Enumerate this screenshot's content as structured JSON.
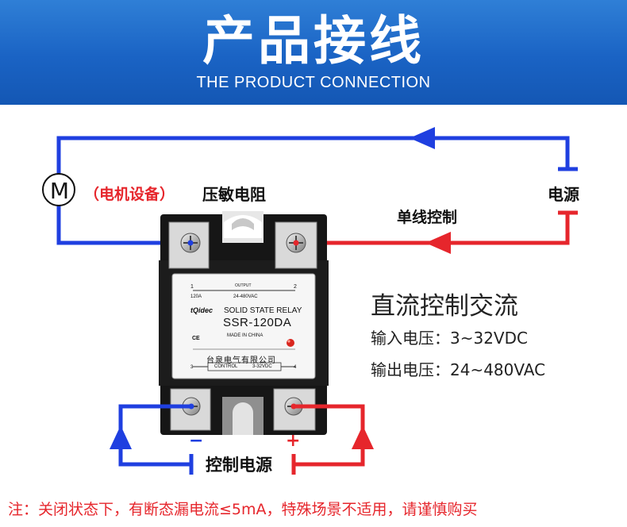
{
  "header": {
    "title": "产品接线",
    "subtitle": "THE PRODUCT CONNECTION"
  },
  "diagram": {
    "motor_letter": "M",
    "motor_label": "（电机设备）",
    "varistor_label": "压敏电阻",
    "power_label": "电源",
    "single_line_label": "单线控制",
    "control_power_label": "控制电源",
    "minus_sign": "−",
    "plus_sign": "+"
  },
  "relay": {
    "terminal_1": "1",
    "terminal_2": "2",
    "output_label": "OUTPUT",
    "current": "120A",
    "voltage_range": "24-480VAC",
    "brand": "tQidec",
    "description": "SOLID STATE RELAY",
    "model": "SSR-120DA",
    "ce_mark": "CE",
    "made_in": "MADE IN CHINA",
    "company": "台泉电气有限公司",
    "terminal_3": "3",
    "terminal_4": "4",
    "control_label": "CONTROL",
    "control_voltage": "3-32VDC"
  },
  "specs": {
    "title": "直流控制交流",
    "input": "输入电压：3~32VDC",
    "output": "输出电压：24~480VAC"
  },
  "footer": {
    "note": "注：关闭状态下，有断态漏电流≤5mA，特殊场景不适用，请谨慎购买"
  },
  "colors": {
    "header_blue": "#1a63c4",
    "wire_blue": "#1f3fe0",
    "wire_red": "#e6262c",
    "relay_body": "#161616",
    "led_red": "#d9261e"
  }
}
